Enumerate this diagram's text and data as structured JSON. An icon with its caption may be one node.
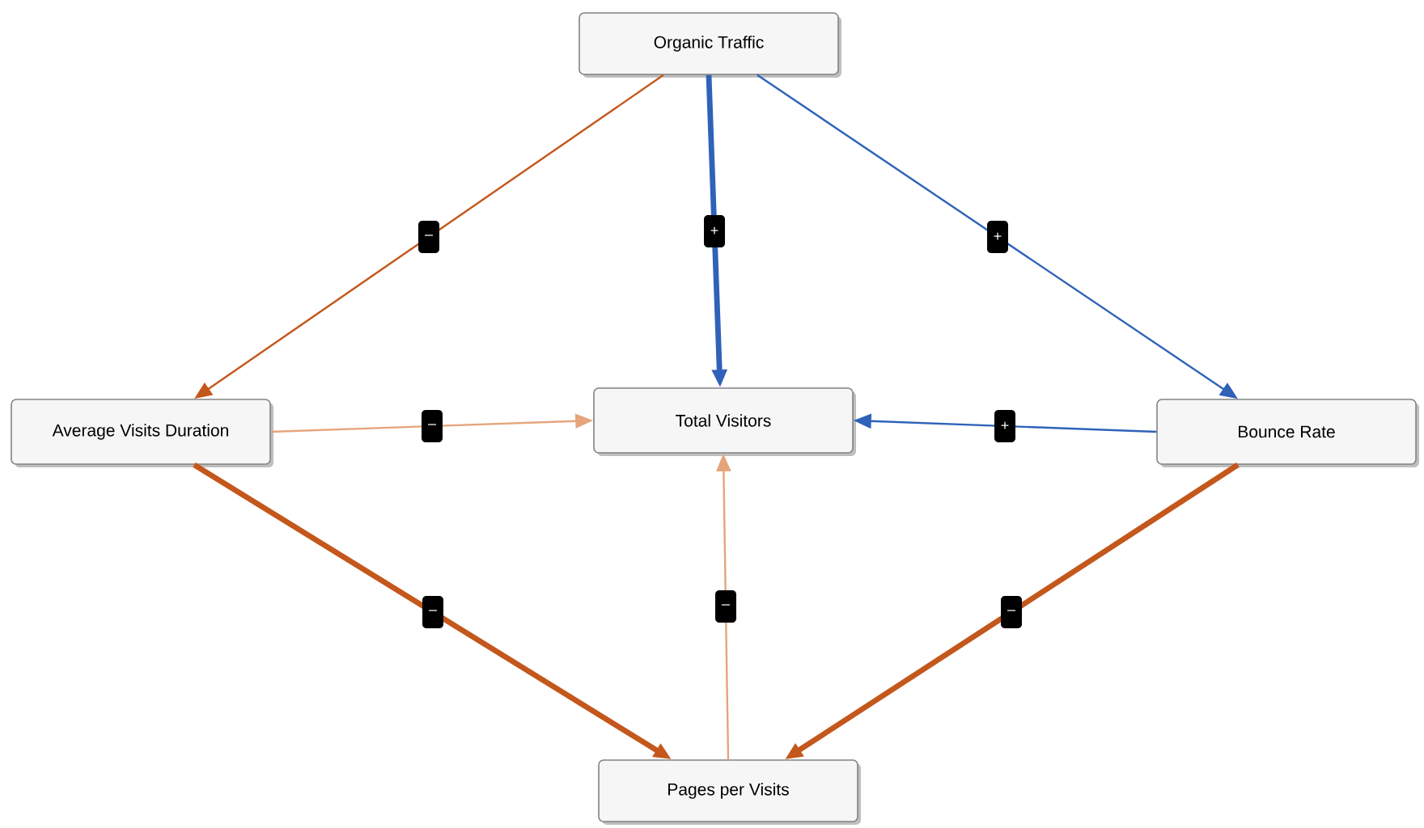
{
  "diagram": {
    "nodes": [
      {
        "text": [
          "Organic Traffic"
        ]
      },
      {
        "text": [
          "Average Visits Duration"
        ]
      },
      {
        "text": [
          "Total Visitors"
        ]
      },
      {
        "text": [
          "Bounce Rate"
        ]
      },
      {
        "text": [
          "Pages per Visits"
        ]
      }
    ],
    "edges": [
      {
        "from": 0,
        "to": 1,
        "arrow": "to",
        "label": "–"
      },
      {
        "from": 0,
        "to": 2,
        "arrow": "to",
        "label": "+",
        "style": "thick",
        "color": "#2f62b8"
      },
      {
        "from": 0,
        "to": 3,
        "arrow": "to",
        "label": "+",
        "color": "#2f62b8"
      },
      {
        "from": 1,
        "to": 2,
        "arrow": "to",
        "label": "–",
        "color": "#e6a47c"
      },
      {
        "from": 3,
        "to": 2,
        "arrow": "to",
        "label": "+",
        "color": "#2f62b8"
      },
      {
        "from": 1,
        "to": 4,
        "arrow": "to",
        "label": "–",
        "style": "thick"
      },
      {
        "from": 4,
        "to": 2,
        "arrow": "to",
        "label": "–",
        "color": "#e6a47c"
      },
      {
        "from": 3,
        "to": 4,
        "arrow": "to",
        "label": "–",
        "style": "thick"
      }
    ]
  }
}
